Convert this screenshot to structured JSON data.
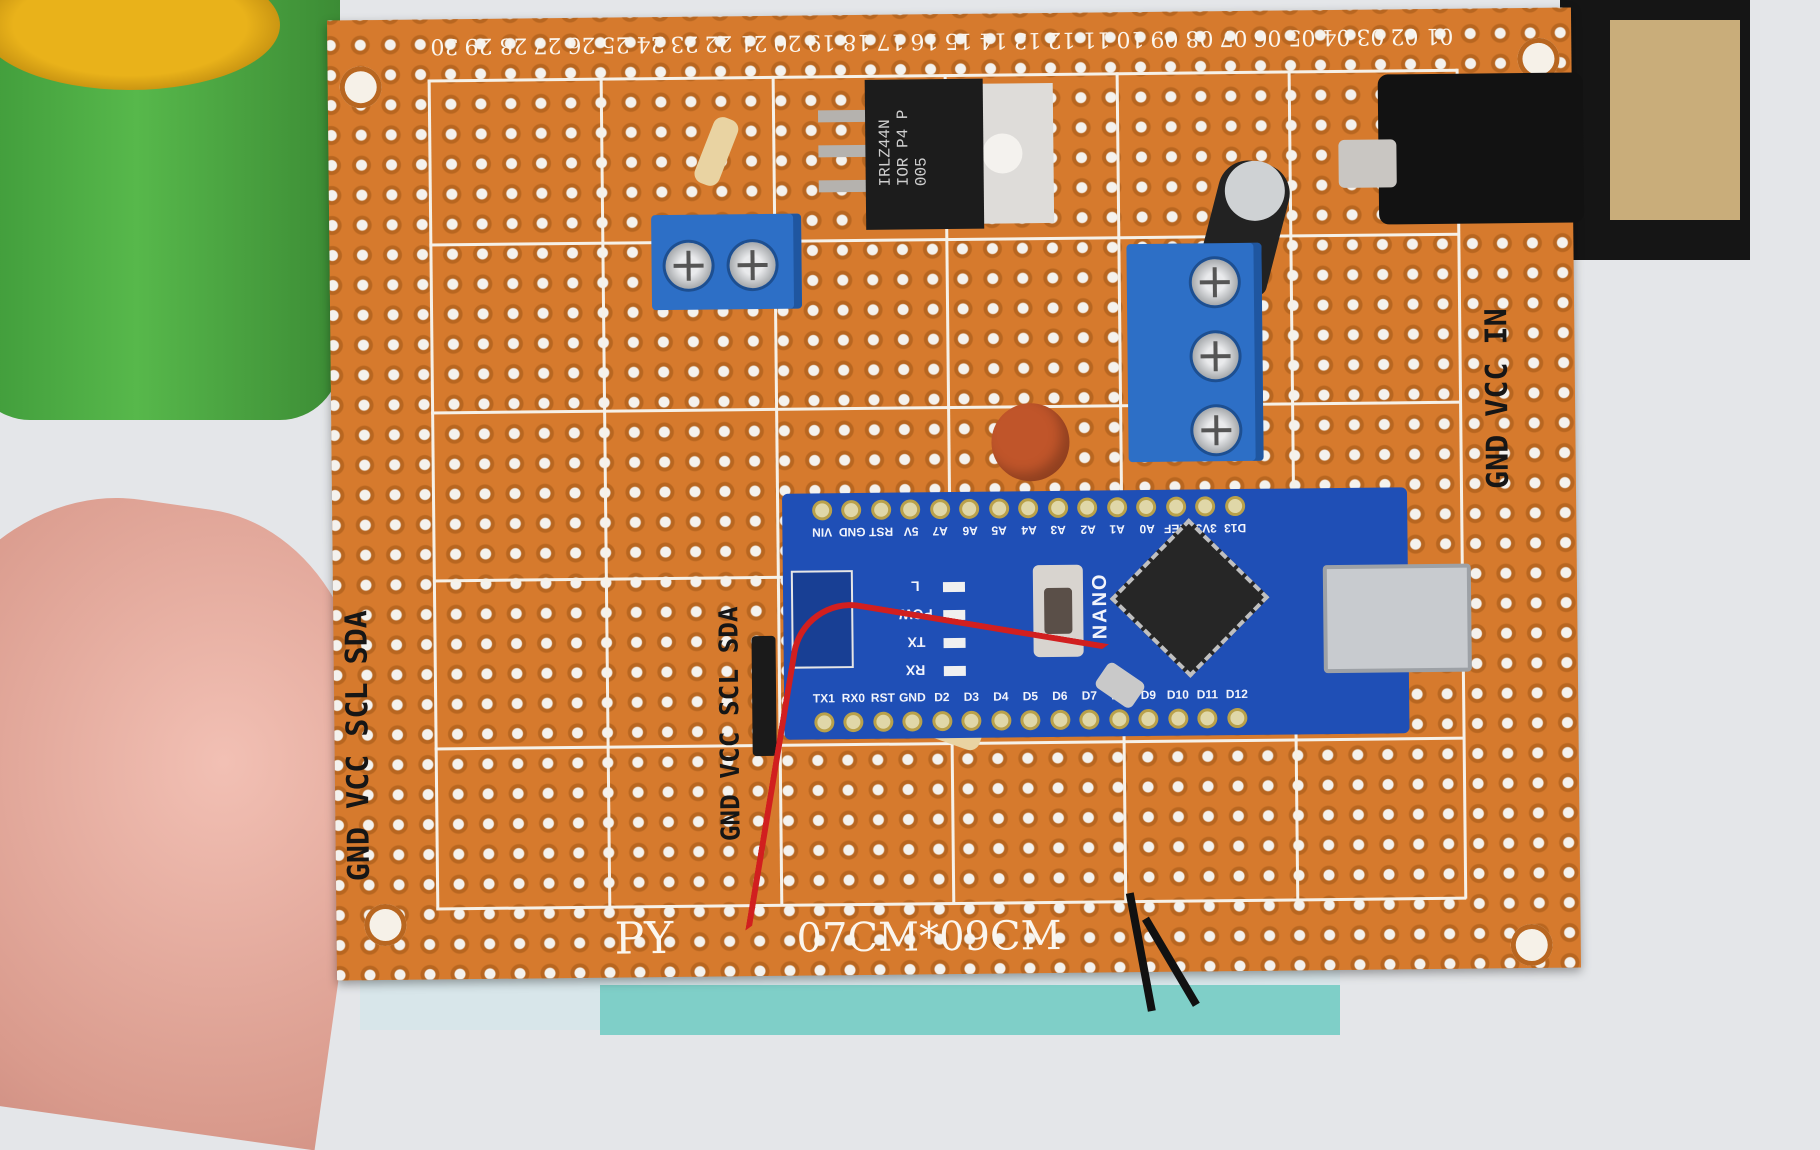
{
  "board": {
    "column_numbers": [
      "30",
      "29",
      "28",
      "27",
      "26",
      "25",
      "24",
      "23",
      "22",
      "21",
      "20",
      "19",
      "18",
      "17",
      "16",
      "15",
      "14",
      "13",
      "12",
      "11",
      "10",
      "09",
      "08",
      "07",
      "06",
      "05",
      "04",
      "03",
      "02",
      "01"
    ],
    "brand": "PY",
    "size": "07CM*09CM"
  },
  "handwriting": {
    "right": [
      "GND",
      "VCC",
      "IN"
    ],
    "left": [
      "GND",
      "VCC",
      "SCL",
      "SDA"
    ],
    "middle": [
      "GND",
      "VCC",
      "SCL",
      "SDA"
    ]
  },
  "mosfet": {
    "marking": [
      "IRLZ44N",
      "IOR P4 P",
      "005"
    ]
  },
  "arduino": {
    "name": "NANO",
    "top_pins": [
      "VIN",
      "GND",
      "RST",
      "5V",
      "A7",
      "A6",
      "A5",
      "A4",
      "A3",
      "A2",
      "A1",
      "A0",
      "REF",
      "3V3",
      "D13"
    ],
    "bottom_pins": [
      "TX1",
      "RX0",
      "RST",
      "GND",
      "D2",
      "D3",
      "D4",
      "D5",
      "D6",
      "D7",
      "D8",
      "D9",
      "D10",
      "D11",
      "D12"
    ],
    "leds": [
      "L",
      "POW",
      "TX",
      "RX"
    ]
  },
  "colors": {
    "board": "#d67a2d",
    "silkscreen": "#fbf6ee",
    "arduino": "#1f4fb6",
    "terminal": "#2d6fc6",
    "wire_red": "#d11f1f"
  }
}
